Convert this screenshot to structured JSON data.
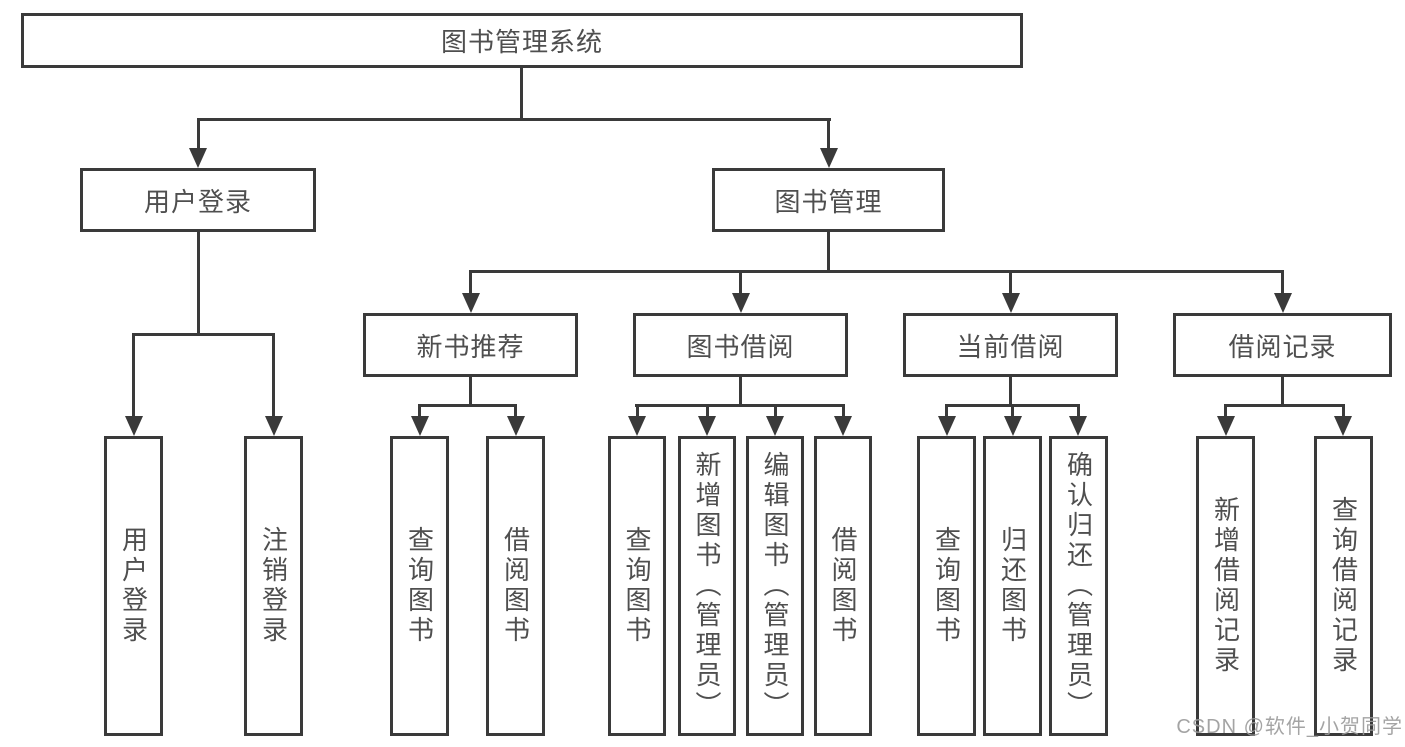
{
  "diagram": {
    "root": "图书管理系统",
    "level2": {
      "user_login": "用户登录",
      "book_mgmt": "图书管理"
    },
    "level3": {
      "new_rec": "新书推荐",
      "book_borrow": "图书借阅",
      "current_borrow": "当前借阅",
      "borrow_records": "借阅记录"
    },
    "leaves": {
      "user_login": "用户登录",
      "logout": "注销登录",
      "query_books_1": "查询图书",
      "borrow_books_1": "借阅图书",
      "query_books_2": "查询图书",
      "add_book_admin": "新增图书（管理员）",
      "edit_book_admin": "编辑图书（管理员）",
      "borrow_books_2": "借阅图书",
      "query_books_3": "查询图书",
      "return_books": "归还图书",
      "confirm_return_admin": "确认归还（管理员）",
      "add_borrow_record": "新增借阅记录",
      "query_borrow_record": "查询借阅记录"
    }
  },
  "watermark": "CSDN @软件_小贺同学",
  "colors": {
    "line": "#3a3a3a",
    "text": "#4f4f4f",
    "watermark": "#9b9b9b",
    "background": "#ffffff"
  }
}
